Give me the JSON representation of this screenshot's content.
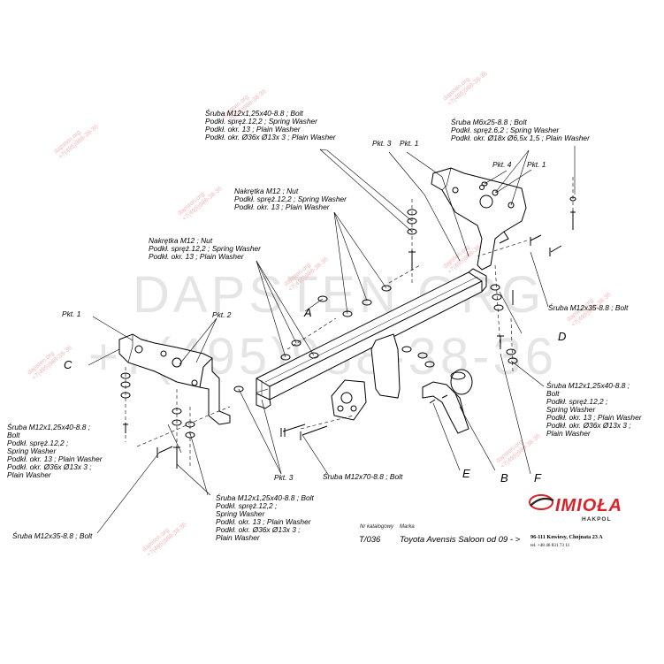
{
  "colors": {
    "logo_red": "#d8232a",
    "watermark": "#f2b8b8"
  },
  "watermark": {
    "line1": "dapsten.org",
    "line2": "+7(495)988-38-36",
    "big_line1": "DAPSTEN.ORG",
    "big_line2": "+7(495)988-38-36"
  },
  "callouts": {
    "top_bolt": [
      "Śruba M12x1,25x40-8.8 ;  Bolt",
      "Podkł. spręż.12,2 ; Spring Washer",
      "Podkł. okr. 13 ; Plain Washer",
      "Podkł. okr. Ø36x Ø13x 3 ; Plain Washer"
    ],
    "top_right_bolt": [
      "Śruba M6x25-8.8 ;  Bolt",
      "Podkł. spręż.6,2 ; Spring Washer",
      "Podkł. okr. Ø18x Ø6,5x 1,5 ; Plain Washer"
    ],
    "nut_mid": [
      "Nakrętka  M12 ; Nut",
      "Podkł. spręż.12,2 ; Spring Washer",
      "Podkł. okr. 13 ; Plain Washer"
    ],
    "nut_left": [
      "Nakrętka  M12 ; Nut",
      "Podkł. spręż.12,2 ; Spring Washer",
      "Podkł. okr. 13 ; Plain Washer"
    ],
    "right_bolt_m12x35": "Śruba M12x35-8.8 ;  Bolt",
    "right_bolt_m12x125": [
      "Śruba M12x1,25x40-8.8 ;",
      "Bolt",
      "Podkł. spręż.12,2 ;",
      "Spring Washer",
      "Podkł. okr. 13 ; Plain Washer",
      "Podkł. okr.  Ø36x Ø13x 3 ;",
      "Plain Washer"
    ],
    "left_bolt_m12x125": [
      "Śruba M12x1,25x40-8.8 ;",
      "Bolt",
      "Podkł. spręż.12,2 ;",
      "Spring Washer",
      "Podkł. okr. 13 ; Plain Washer",
      "Podkł. okr. Ø36x Ø13x 3 ;",
      "Plain Washer"
    ],
    "bottom_bolt_m12x125": [
      "Śruba M12x1,25x40-8.8 ;  Bolt",
      "Podkł. spręż.12,2 ;",
      "Spring Washer",
      "Podkł. okr. 13 ; Plain Washer",
      "Podkł. okr. Ø36x Ø13x 3 ;",
      "Plain Washer"
    ],
    "left_bolt_m12x35": "Śruba M12x35-8.8 ;  Bolt",
    "bolt_m12x70": "Śruba M12x70-8.8 ;  Bolt"
  },
  "pkt": {
    "pkt3_top": "Pkt. 3",
    "pkt1_top": "Pkt. 1",
    "pkt4": "Pkt. 4",
    "pkt1_right": "Pkt. 1",
    "pkt1_left": "Pkt. 1",
    "pkt2": "Pkt. 2",
    "pkt3_bottom": "Pkt. 3"
  },
  "letters": {
    "A": "A",
    "B": "B",
    "C": "C",
    "D": "D",
    "E": "E",
    "F": "F"
  },
  "footer": {
    "catalog_label": "Nr katalogowy",
    "brand_label": "Marka",
    "catalog_no": "T/036",
    "model": "Toyota Avensis Saloon   od  09 - >",
    "logo": "IMIOŁA",
    "logo_sub": "HAKPOL",
    "address": "96-111 Kowiesy, Chojnata 23 A",
    "phone": "tel. +48 46 831 73 11"
  }
}
